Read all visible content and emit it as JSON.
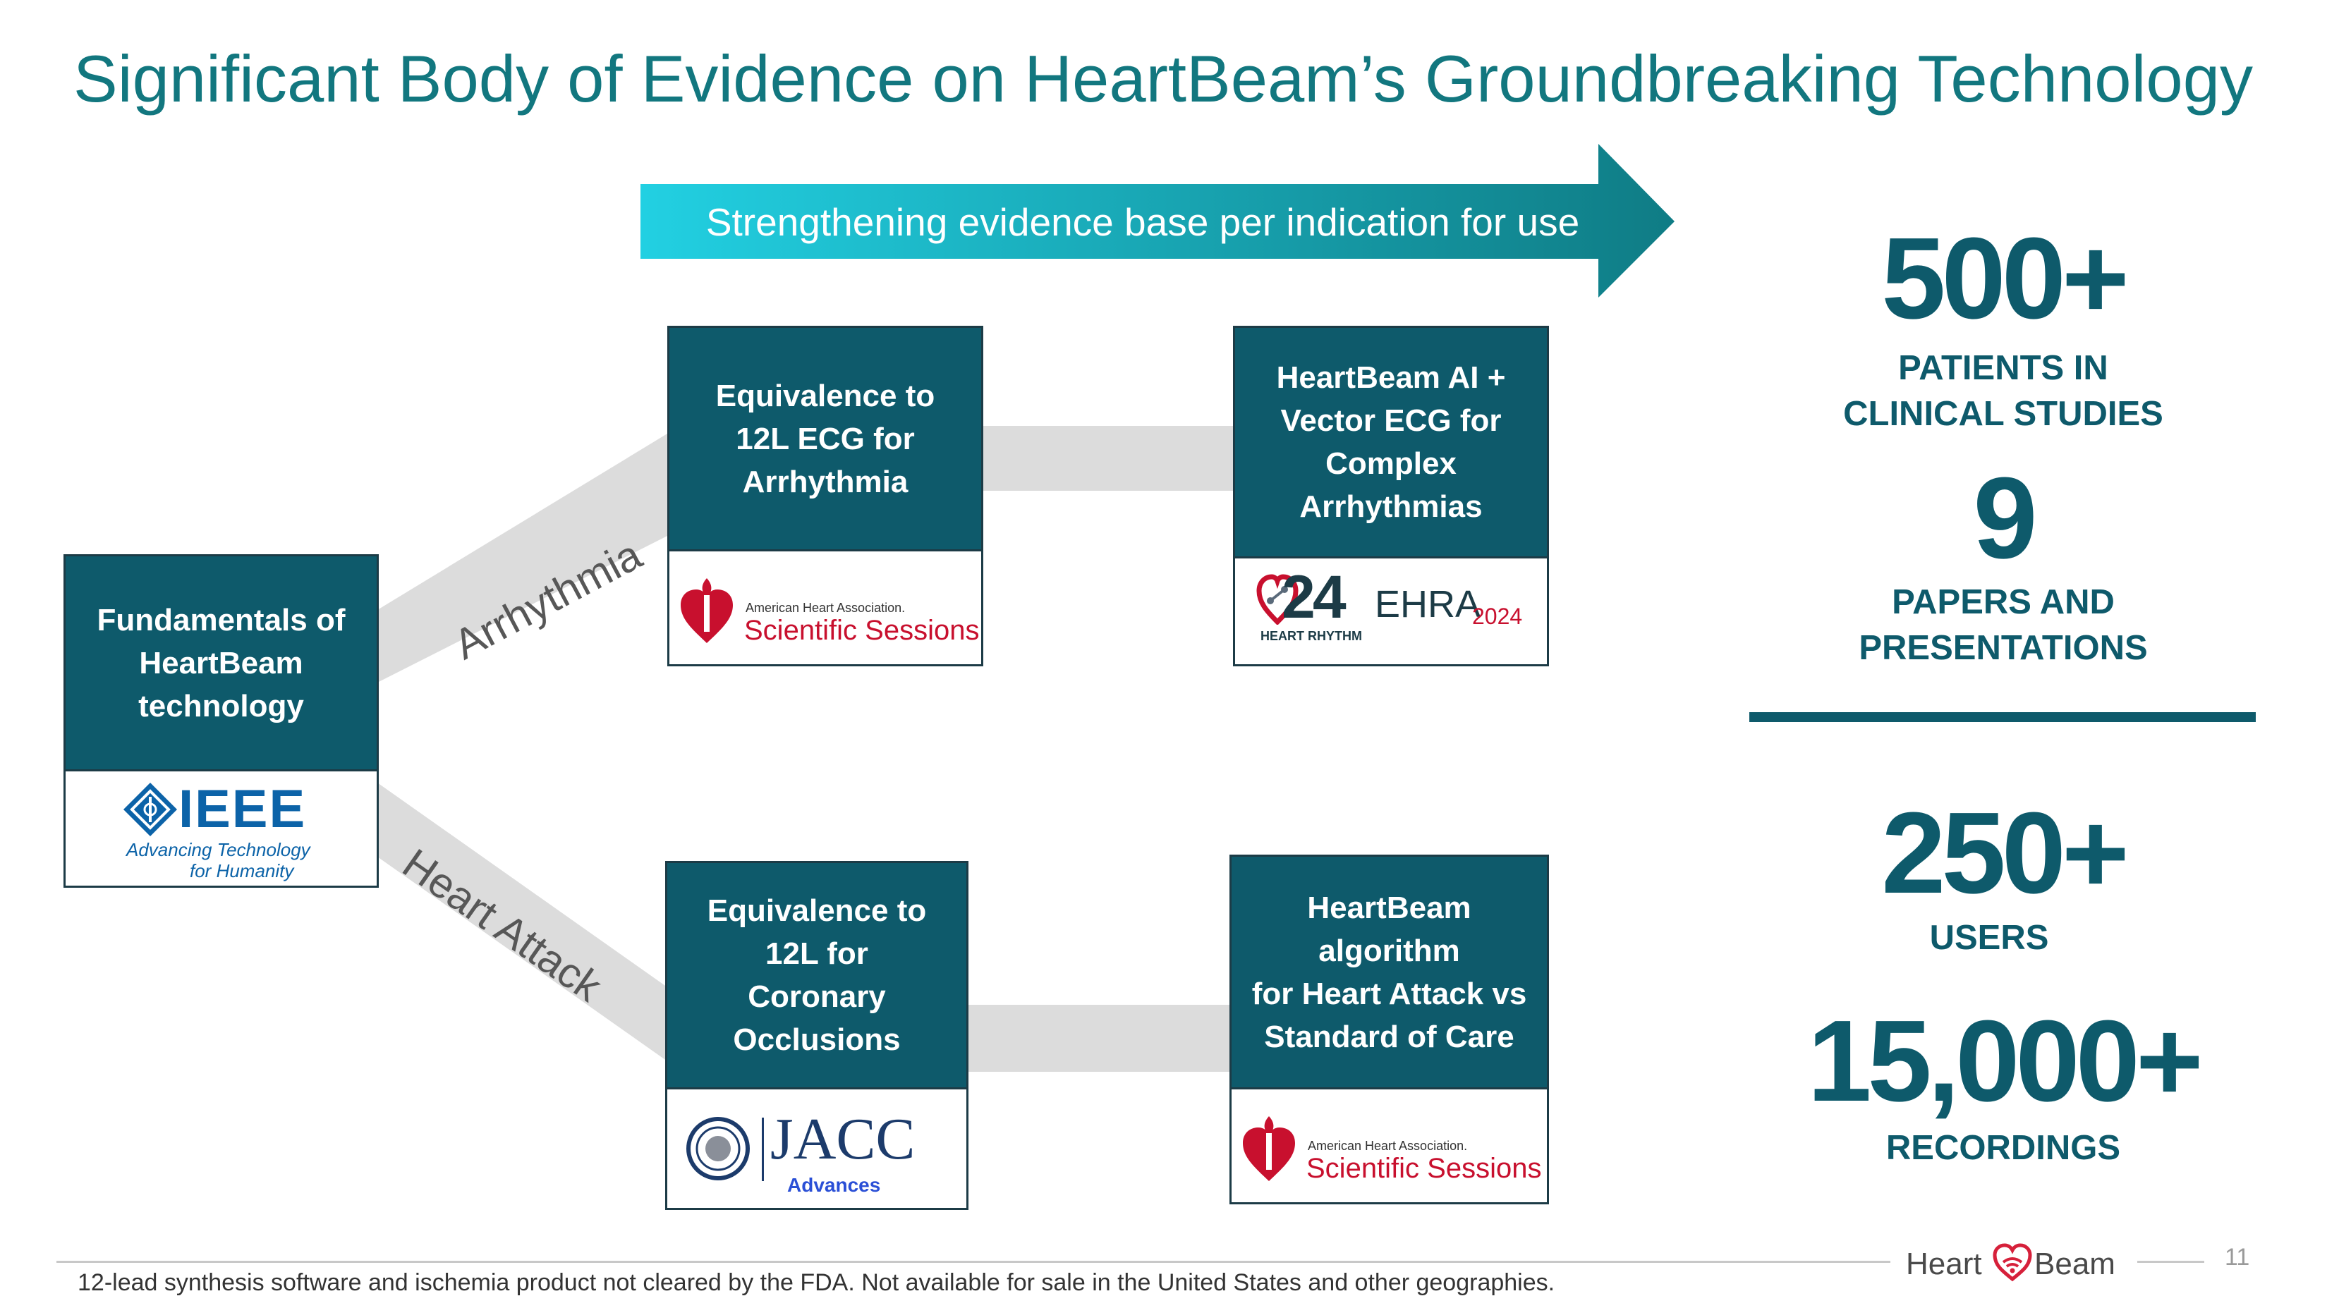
{
  "title": "Significant Body of Evidence on HeartBeam’s Groundbreaking Technology",
  "arrow_label": "Strengthening evidence base per indication for use",
  "colors": {
    "teal_dark": "#0e5a6b",
    "teal_title": "#12777f",
    "arrow_start": "#22d0e2",
    "arrow_end": "#0f7c85",
    "band": "#dcdcdc"
  },
  "bands": {
    "upper": "Arrhythmia",
    "lower": "Heart Attack"
  },
  "boxes": {
    "fundamentals": "Fundamentals of\nHeartBeam\ntechnology",
    "equiv_arrhythmia": "Equivalence to\n12L ECG for\nArrhythmia",
    "ai_vector": "HeartBeam AI +\nVector ECG for\nComplex\nArrhythmias",
    "equiv_coronary": "Equivalence to\n12L for\nCoronary\nOcclusions",
    "algorithm": "HeartBeam\nalgorithm\nfor Heart Attack vs\nStandard of Care"
  },
  "logos": {
    "ieee": {
      "name": "IEEE",
      "tagline1": "Advancing Technology",
      "tagline2": "for Humanity"
    },
    "aha": {
      "org": "American Heart Association.",
      "event": "Scientific Sessions"
    },
    "hr": {
      "num": "24",
      "name": "HEART RHYTHM",
      "ehra": "EHRA",
      "year": "2024"
    },
    "jacc": {
      "name": "JACC",
      "sub": "Advances"
    }
  },
  "stats": {
    "patients_value": "500+",
    "patients_label": "PATIENTS IN\nCLINICAL STUDIES",
    "papers_value": "9",
    "papers_label": "PAPERS AND\nPRESENTATIONS",
    "users_value": "250+",
    "users_label": "USERS",
    "recordings_value": "15,000+",
    "recordings_label": "RECORDINGS"
  },
  "footer": {
    "note": "12-lead synthesis software and ischemia product not cleared by the FDA. Not available for sale in the United States and other geographies.",
    "brand_left": "Heart",
    "brand_right": "Beam",
    "page_number": "11"
  }
}
